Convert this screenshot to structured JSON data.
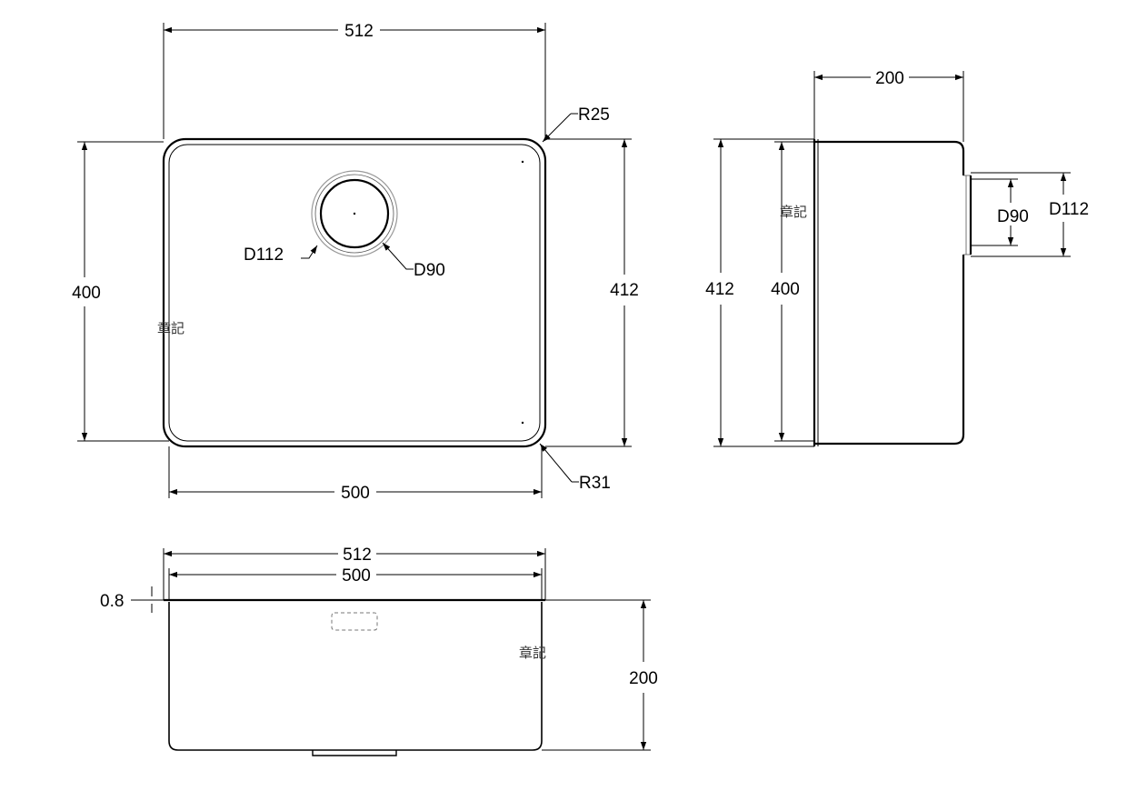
{
  "top_view": {
    "width_outer": "512",
    "width_inner": "500",
    "height_outer": "412",
    "height_inner": "400",
    "radius_outer": "R25",
    "radius_inner": "R31",
    "drain_outer": "D112",
    "drain_inner": "D90",
    "stamp": "章記"
  },
  "side_view": {
    "depth": "200",
    "height_outer": "412",
    "height_inner": "400",
    "drain_inner": "D90",
    "drain_outer": "D112",
    "stamp": "章記"
  },
  "front_view": {
    "width_outer": "512",
    "width_inner": "500",
    "thickness": "0.8",
    "depth": "200",
    "stamp": "章記"
  }
}
